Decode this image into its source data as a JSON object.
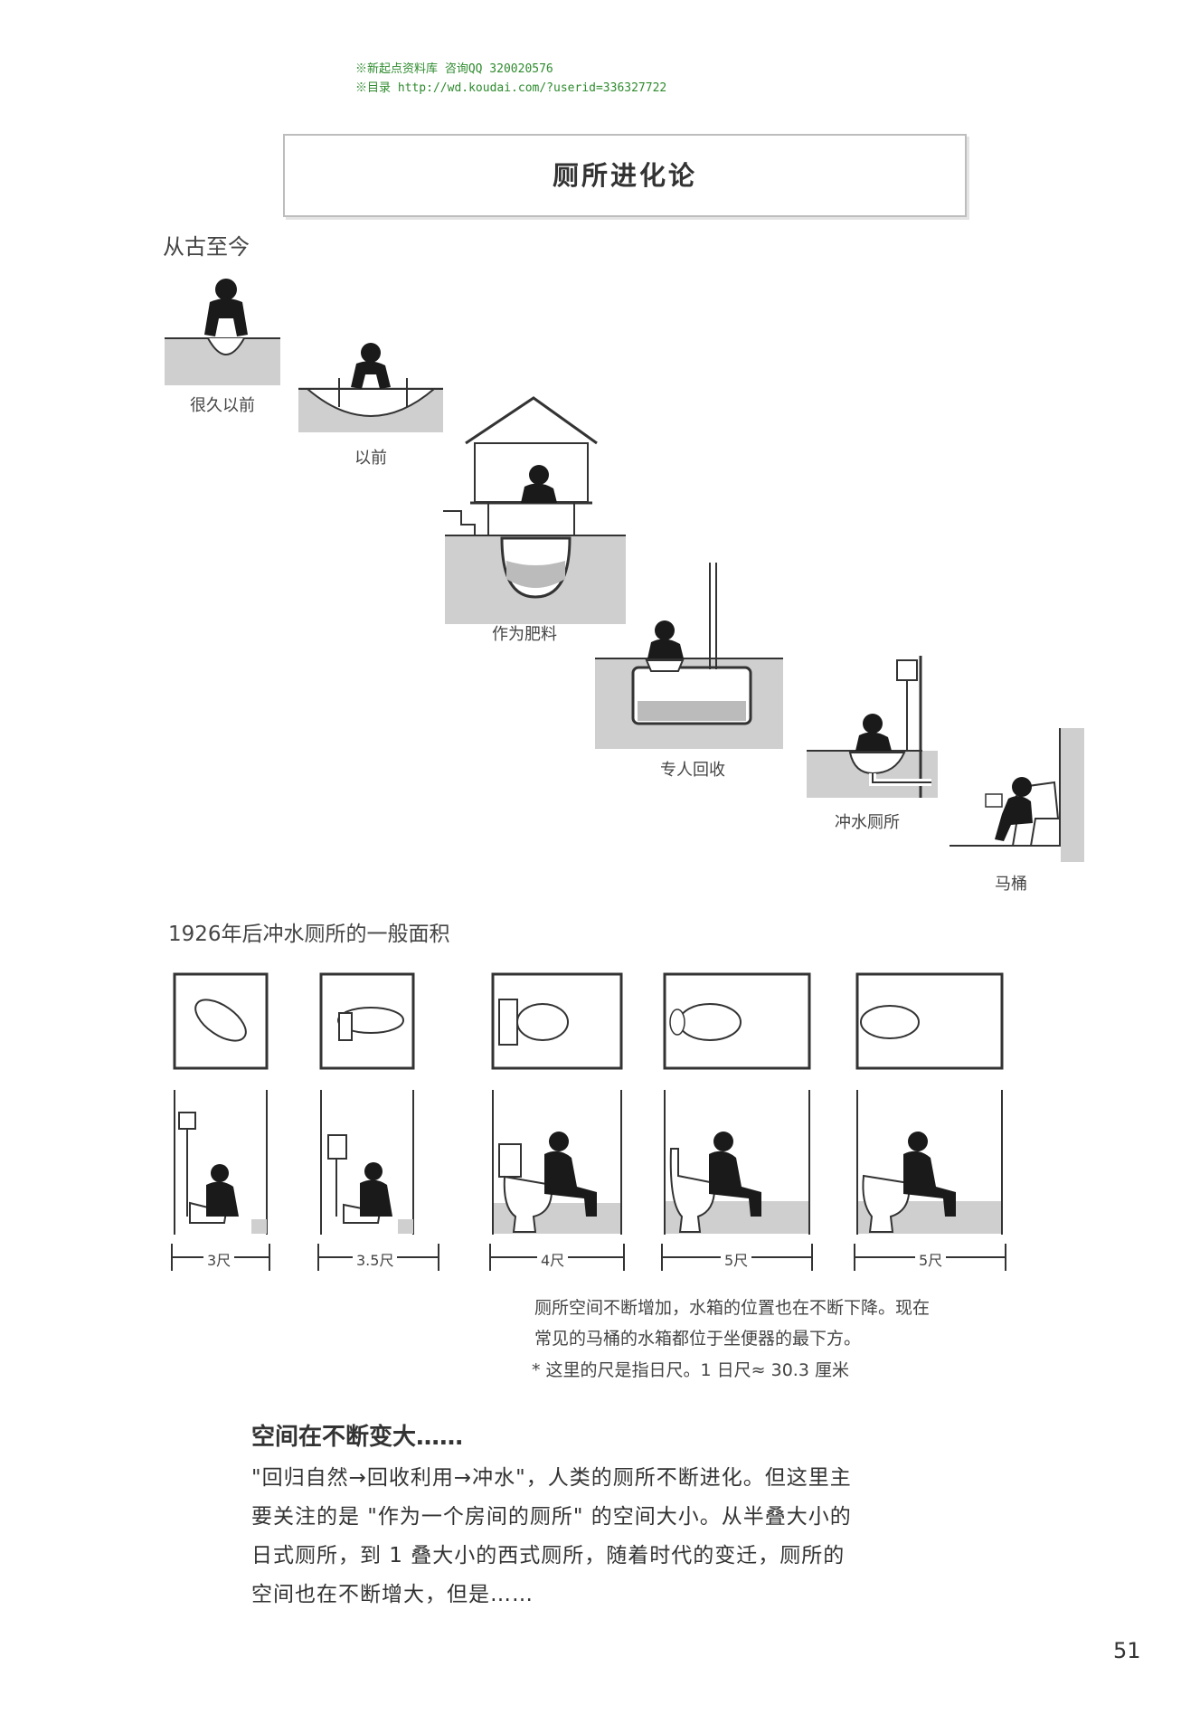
{
  "watermark": {
    "line1": "※新起点资料库 咨询QQ 320020576",
    "line2": "※目录 http://wd.koudai.com/?userid=336327722"
  },
  "title": "厕所进化论",
  "section1": {
    "heading": "从古至今",
    "stages": [
      "很久以前",
      "以前",
      "作为肥料",
      "专人回收",
      "冲水厕所",
      "马桶"
    ]
  },
  "section2": {
    "heading": "1926年后冲水厕所的一般面积",
    "widths": [
      "3尺",
      "3.5尺",
      "4尺",
      "5尺",
      "5尺"
    ],
    "notes": [
      "厕所空间不断增加，水箱的位置也在不断下降。现在",
      "常见的马桶的水箱都位于坐便器的最下方。",
      "* 这里的尺是指日尺。1 日尺≈ 30.3 厘米"
    ]
  },
  "section3": {
    "heading": "空间在不断变大……",
    "paragraph_lines": [
      "\"回归自然→回收利用→冲水\"，人类的厕所不断进化。但这里主",
      "要关注的是 \"作为一个房间的厕所\" 的空间大小。从半叠大小的",
      "日式厕所，到 1 叠大小的西式厕所，随着时代的变迁，厕所的",
      "空间也在不断增大，但是……"
    ]
  },
  "page_number": "51"
}
